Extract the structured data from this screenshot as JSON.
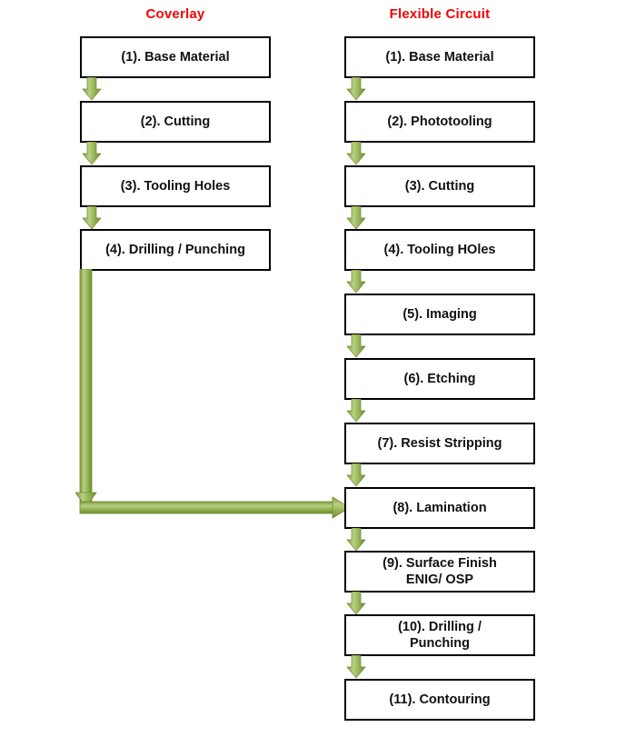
{
  "headers": {
    "left": "Coverlay",
    "right": "Flexible Circuit"
  },
  "colors": {
    "header_red": "#f50000",
    "arrow_green_light": "#b6cd7e",
    "arrow_green_mid": "#8faf4b",
    "arrow_green_dark": "#6f8f35",
    "box_border": "#000000",
    "box_fill": "#ffffff",
    "text": "#111111"
  },
  "coverlay_steps": [
    {
      "id": "coverlay-1",
      "lines": [
        "(1). Base Material"
      ]
    },
    {
      "id": "coverlay-2",
      "lines": [
        "(2). Cutting"
      ]
    },
    {
      "id": "coverlay-3",
      "lines": [
        "(3). Tooling Holes"
      ]
    },
    {
      "id": "coverlay-4",
      "lines": [
        "(4). Drilling / Punching"
      ]
    }
  ],
  "flexible_steps": [
    {
      "id": "flex-1",
      "lines": [
        "(1). Base Material"
      ]
    },
    {
      "id": "flex-2",
      "lines": [
        "(2). Phototooling"
      ]
    },
    {
      "id": "flex-3",
      "lines": [
        "(3). Cutting"
      ]
    },
    {
      "id": "flex-4",
      "lines": [
        "(4). Tooling HOles"
      ]
    },
    {
      "id": "flex-5",
      "lines": [
        "(5). Imaging"
      ]
    },
    {
      "id": "flex-6",
      "lines": [
        "(6). Etching"
      ]
    },
    {
      "id": "flex-7",
      "lines": [
        "(7). Resist Stripping"
      ]
    },
    {
      "id": "flex-8",
      "lines": [
        "(8). Lamination"
      ]
    },
    {
      "id": "flex-9",
      "lines": [
        "(9). Surface Finish",
        "ENIG/ OSP"
      ]
    },
    {
      "id": "flex-10",
      "lines": [
        "(10). Drilling /",
        "Punching"
      ]
    },
    {
      "id": "flex-11",
      "lines": [
        "(11). Contouring"
      ]
    }
  ],
  "connector": {
    "name": "coverlay-to-lamination-connector",
    "from": "(4). Drilling / Punching",
    "to": "(8). Lamination"
  }
}
